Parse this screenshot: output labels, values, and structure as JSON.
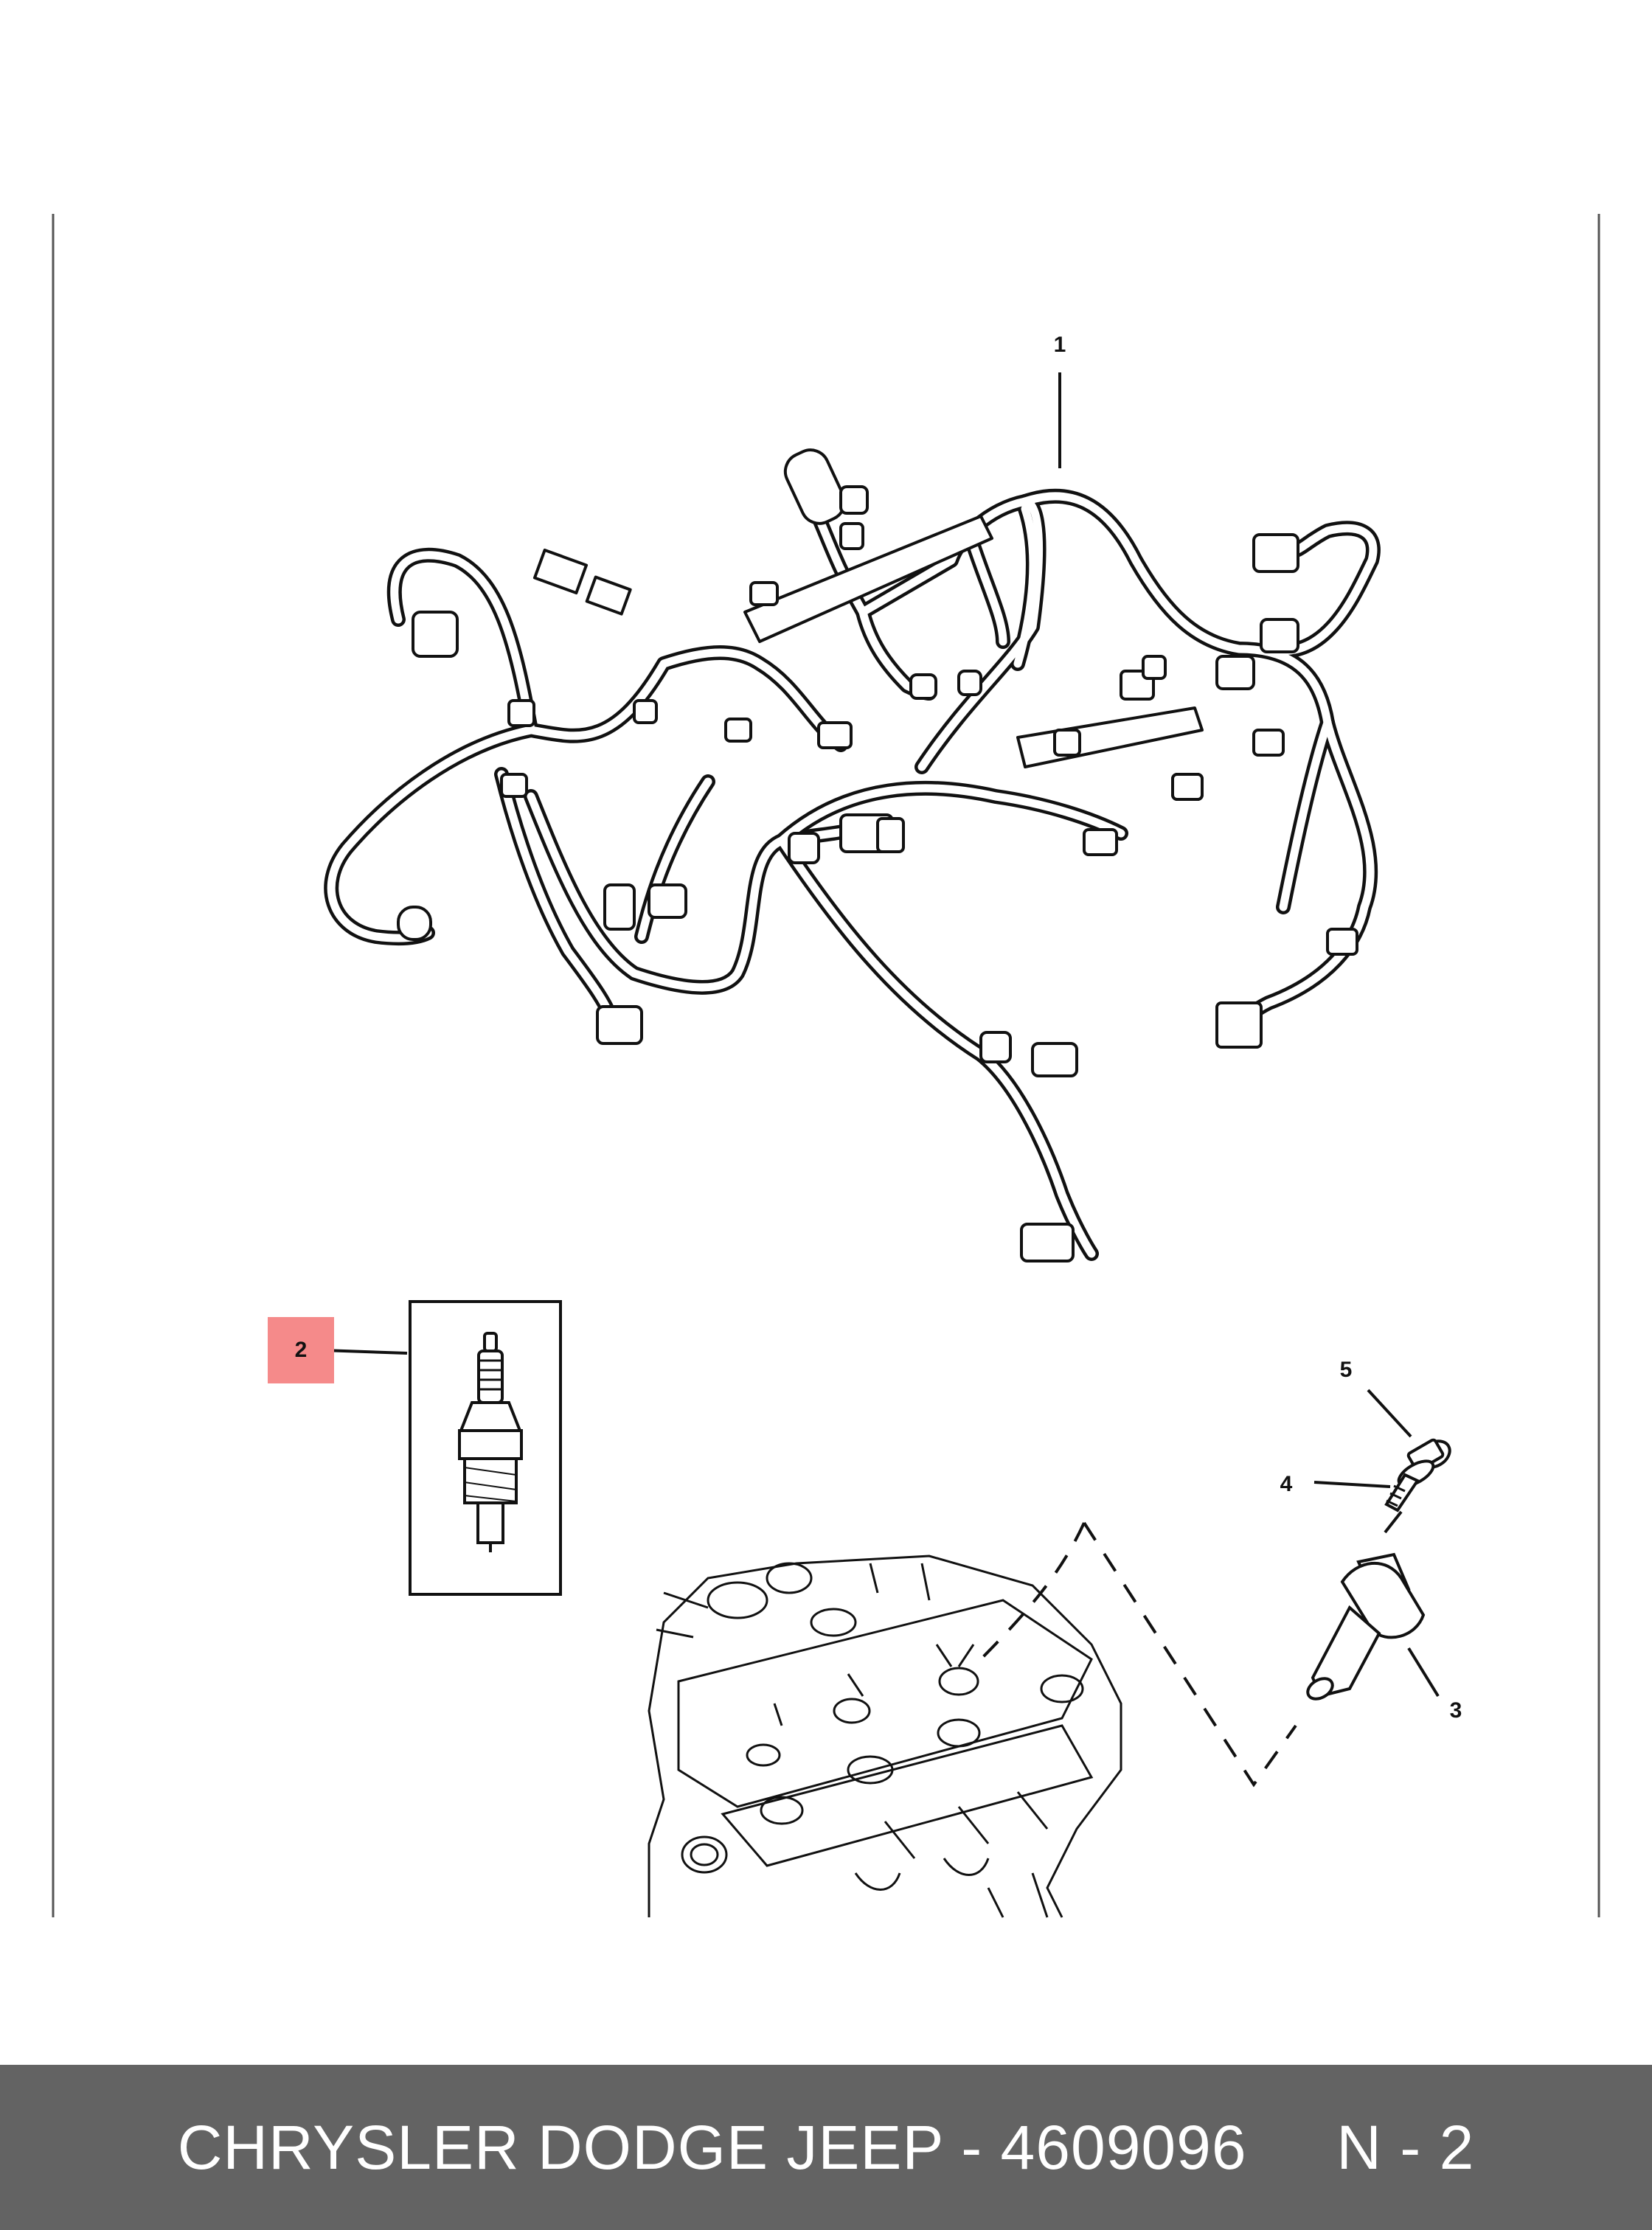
{
  "diagram": {
    "callouts": {
      "harness": "1",
      "spark_plug": "2",
      "ignition_coil": "3",
      "washer": "4",
      "bolt": "5"
    },
    "highlight_color": "#f58a8a"
  },
  "footer": {
    "text": "CHRYSLER DODGE JEEP - 4609096     N - 2",
    "background": "#636363"
  }
}
